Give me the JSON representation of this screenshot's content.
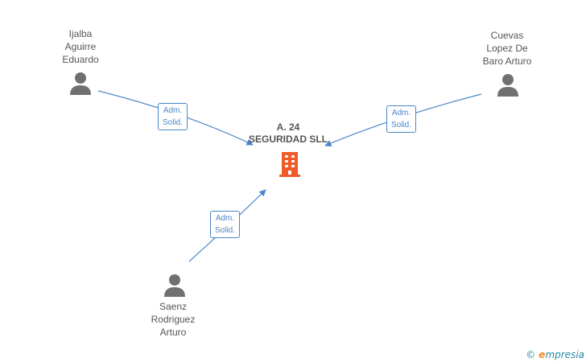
{
  "company": {
    "name_line1": "A. 24",
    "name_line2": "SEGURIDAD SLL",
    "icon": "building-icon",
    "icon_color": "#f05a28"
  },
  "people": [
    {
      "lines": [
        "Ijalba",
        "Aguirre",
        "Eduardo"
      ],
      "icon": "person-icon"
    },
    {
      "lines": [
        "Cuevas",
        "Lopez De",
        "Baro Arturo"
      ],
      "icon": "person-icon"
    },
    {
      "lines": [
        "Saenz",
        "Rodriguez",
        "Arturo"
      ],
      "icon": "person-icon"
    }
  ],
  "relations": [
    {
      "line1": "Adm.",
      "line2": "Solid."
    },
    {
      "line1": "Adm.",
      "line2": "Solid."
    },
    {
      "line1": "Adm.",
      "line2": "Solid."
    }
  ],
  "colors": {
    "edge": "#4a86c9",
    "person_icon": "#707070",
    "text": "#555555"
  },
  "watermark": {
    "copyright": "©",
    "brand_initial": "e",
    "brand_rest": "mpresia"
  }
}
